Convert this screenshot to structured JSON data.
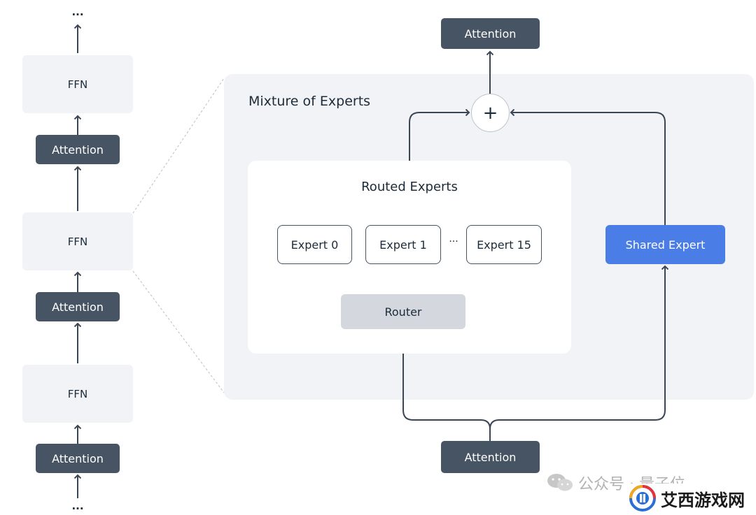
{
  "left_stack": {
    "top_ellipsis": "...",
    "bottom_ellipsis": "...",
    "blocks": [
      {
        "ffn_label": "FFN",
        "attention_label": "Attention"
      },
      {
        "ffn_label": "FFN",
        "attention_label": "Attention"
      },
      {
        "ffn_label": "FFN",
        "attention_label": "Attention"
      }
    ]
  },
  "moe": {
    "title": "Mixture of Experts",
    "output_attention_label": "Attention",
    "input_attention_label": "Attention",
    "sum_symbol": "+",
    "routed": {
      "title": "Routed Experts",
      "experts": [
        "Expert 0",
        "Expert 1",
        "Expert 15"
      ],
      "ellipsis": "···",
      "router_label": "Router"
    },
    "shared_expert_label": "Shared Expert"
  },
  "watermark": {
    "wechat_text": "公众号 · 量子位",
    "site_name": "艾西游戏网"
  },
  "colors": {
    "dark_block": "#465463",
    "light_panel": "#f1f3f6",
    "shared_expert": "#4a7de6",
    "router": "#d4d8de",
    "line": "#3a4654"
  }
}
